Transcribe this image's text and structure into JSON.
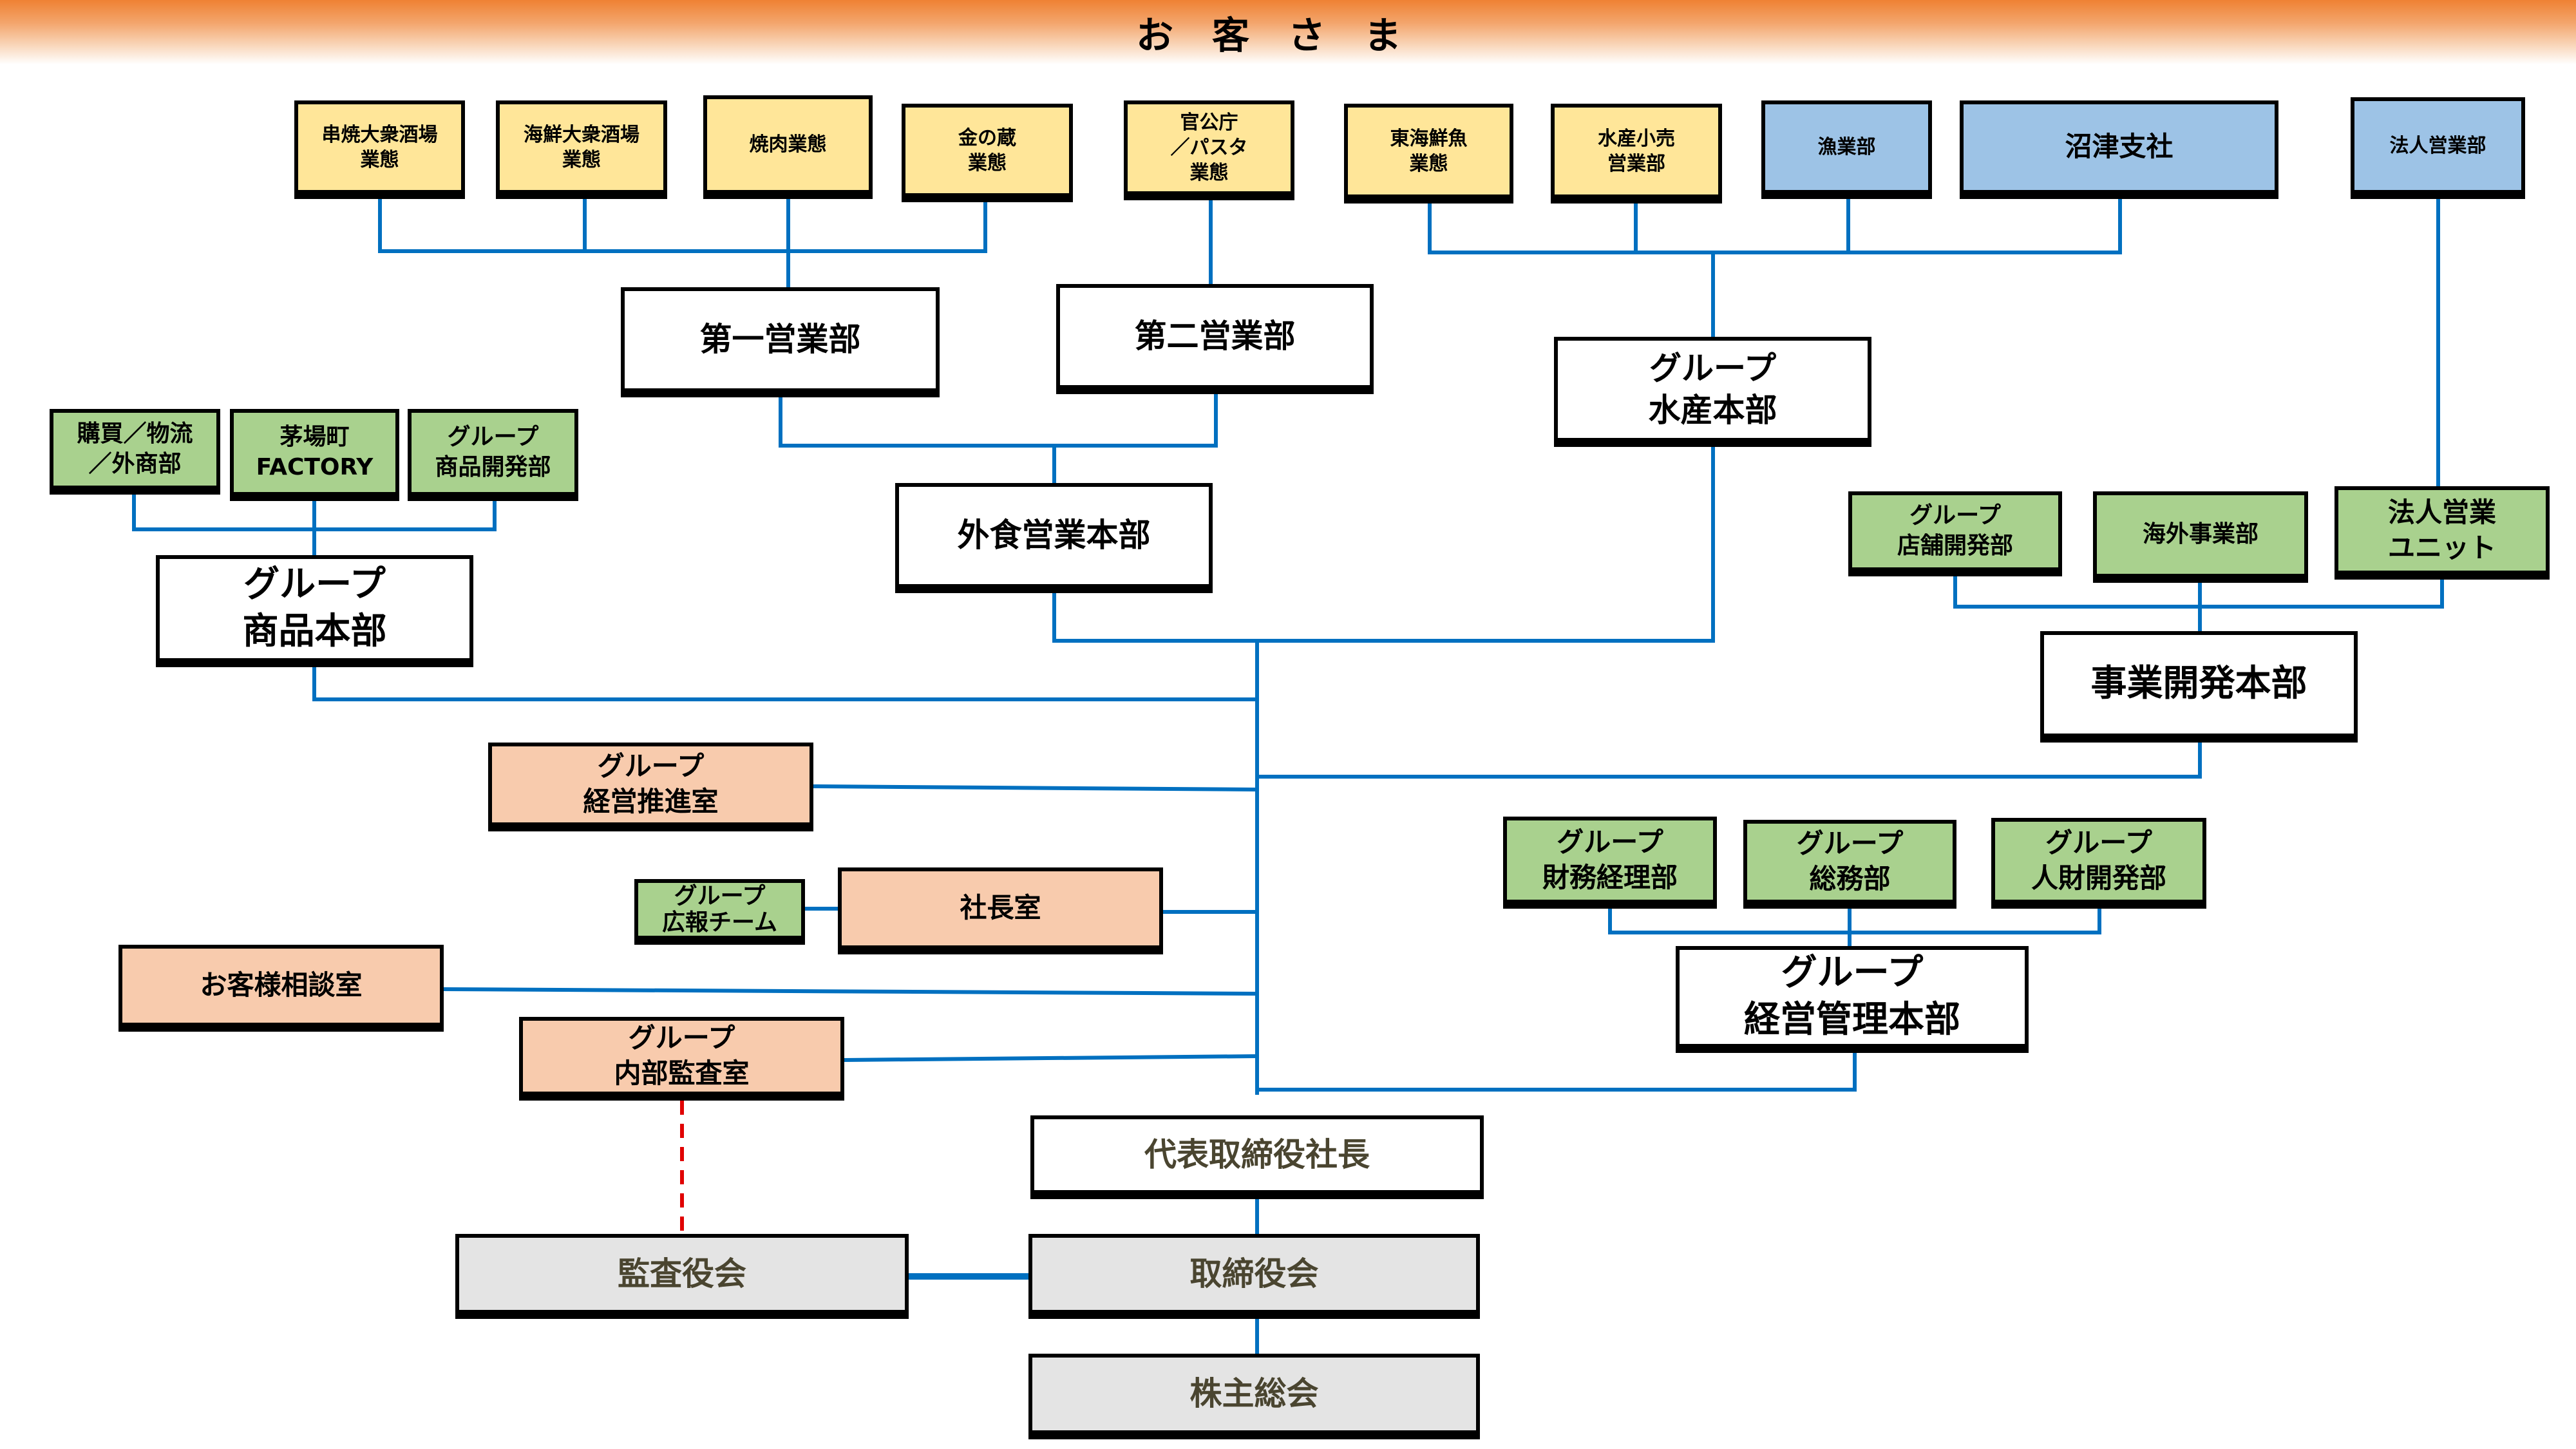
{
  "header": {
    "title": "お客さま",
    "gradient_color": "#ef8133"
  },
  "colors": {
    "connector": "#0070c0",
    "audit_link": "#e00000",
    "business_format": "#ffe699",
    "fisheries_unit": "#9dc3e6",
    "department": "#a9d18e",
    "headquarters": "#ffffff",
    "staff_office": "#f8cbad",
    "governance": "#e4e4e4"
  },
  "nodes": {
    "kushiyaki": "串焼大衆酒場\n業態",
    "kaisen_taishu": "海鮮大衆酒場\n業態",
    "yakiniku": "焼肉業態",
    "kinnokura": "金の蔵\n業態",
    "kankocho": "官公庁\n／パスタ\n業態",
    "tokai_sengyo": "東海鮮魚\n業態",
    "suisan_kouri": "水産小売\n営業部",
    "gyogyo": "漁業部",
    "numazu": "沼津支社",
    "hojin_eigyobu": "法人営業部",
    "daiichi": "第一営業部",
    "daini": "第二営業部",
    "suisan_honbu": "グループ\n水産本部",
    "gaishoku_honbu": "外食営業本部",
    "kobai": "購買／物流\n／外商部",
    "kayabacho": "茅場町\nFACTORY",
    "shohin_kaihatsu": "グループ\n商品開発部",
    "shohin_honbu": "グループ\n商品本部",
    "tenpo_kaihatsu": "グループ\n店舗開発部",
    "kaigai": "海外事業部",
    "hojin_unit": "法人営業\nユニット",
    "jigyo_kaihatsu": "事業開発本部",
    "keiei_suishin": "グループ\n経営推進室",
    "koho": "グループ\n広報チーム",
    "shachoshitsu": "社長室",
    "okyakusama": "お客様相談室",
    "naibu_kansa": "グループ\n内部監査室",
    "zaimu": "グループ\n財務経理部",
    "somu": "グループ\n総務部",
    "jinzai": "グループ\n人財開発部",
    "keiei_kanri": "グループ\n経営管理本部",
    "president": "代表取締役社長",
    "kansayaku": "監査役会",
    "torishimariyaku": "取締役会",
    "kabunushi": "株主総会"
  }
}
